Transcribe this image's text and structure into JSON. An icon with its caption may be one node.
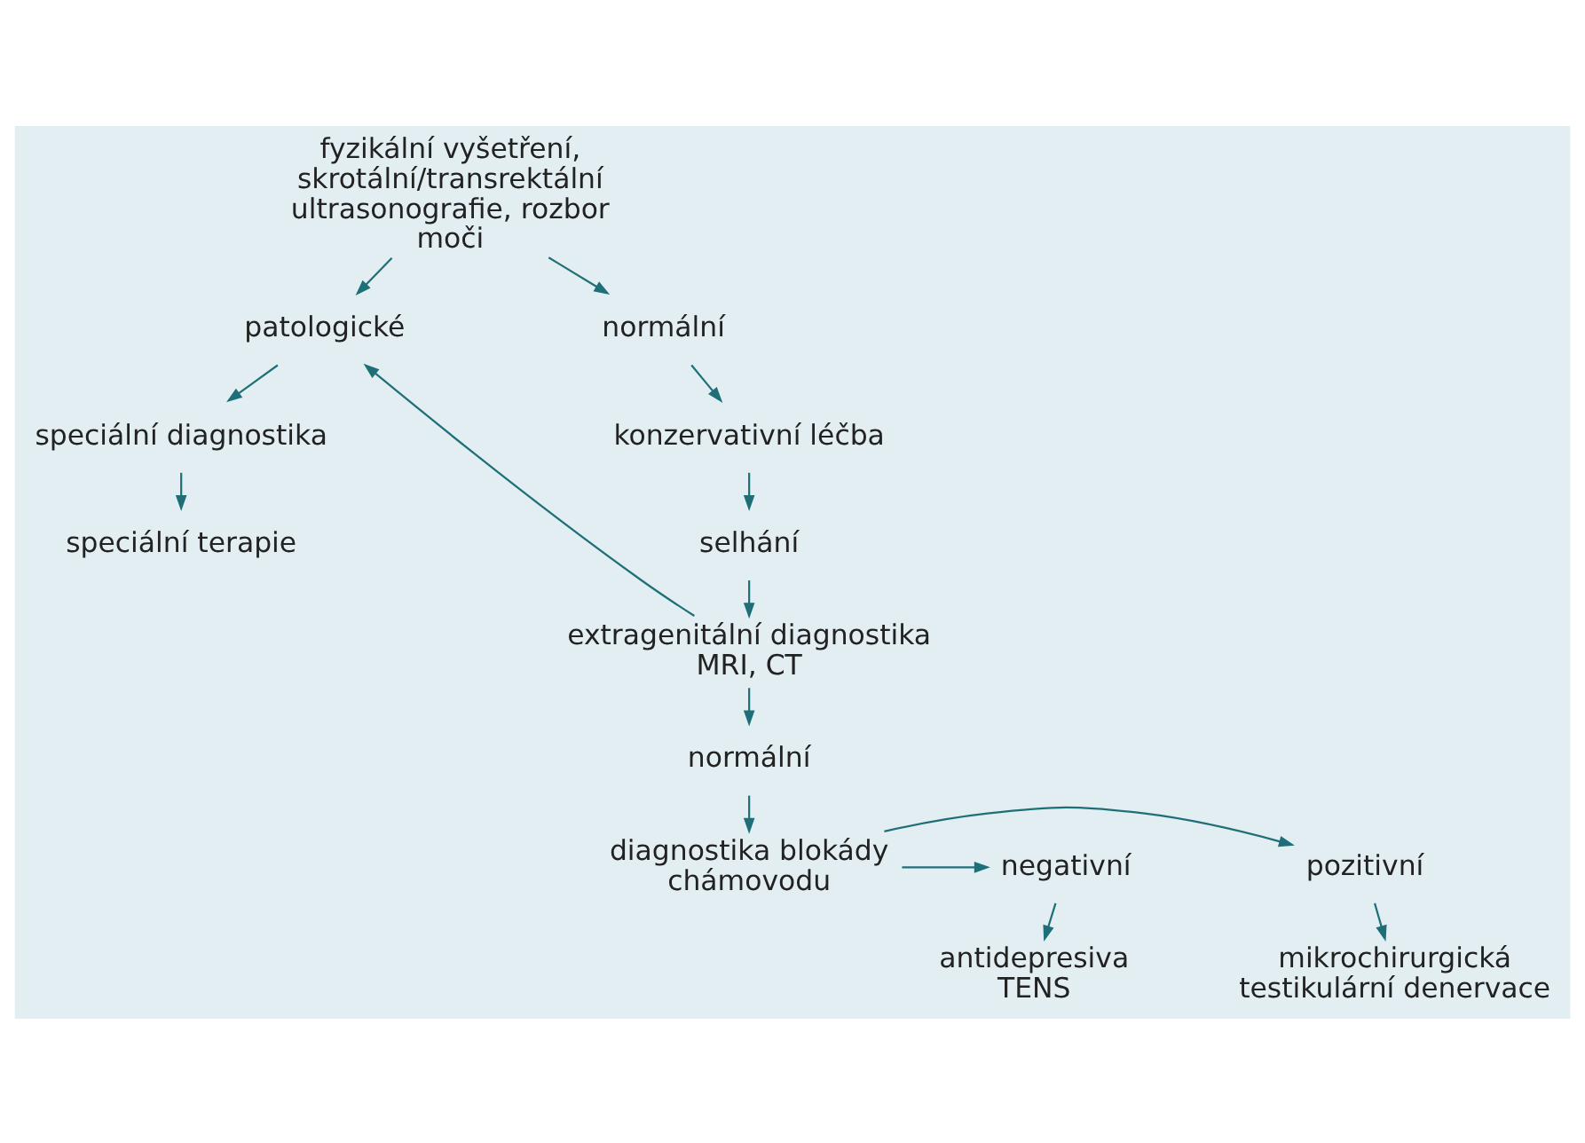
{
  "diagram": {
    "nodes": [
      {
        "text": [
          "fyzikální vyšetření, skrotální/transrektální ultrasonografie, rozbor moči"
        ]
      },
      {
        "text": [
          "patologické"
        ]
      },
      {
        "text": [
          "speciální diagnostika"
        ]
      },
      {
        "text": [
          "speciální terapie"
        ]
      },
      {
        "text": [
          "normální"
        ]
      },
      {
        "text": [
          "konzervativní léčba"
        ]
      },
      {
        "text": [
          "selhání"
        ]
      },
      {
        "text": [
          "extragenitální diagnostika MRI, CT"
        ]
      },
      {
        "text": [
          "normální"
        ]
      },
      {
        "text": [
          "diagnostika blokády chámovodu"
        ]
      },
      {
        "text": [
          "pozitivní"
        ]
      },
      {
        "text": [
          "mikrochirurgická testikulární denervace"
        ]
      },
      {
        "text": [
          "negativní"
        ]
      },
      {
        "text": [
          "antidepresiva TENS"
        ]
      }
    ],
    "edges": [
      {
        "from": 0,
        "to": 1,
        "arrow": "to"
      },
      {
        "from": 0,
        "to": 4,
        "arrow": "to"
      },
      {
        "from": 1,
        "to": 2,
        "arrow": "to"
      },
      {
        "from": 2,
        "to": 3,
        "arrow": "to"
      },
      {
        "from": 4,
        "to": 5,
        "arrow": "to"
      },
      {
        "from": 5,
        "to": 6,
        "arrow": "to"
      },
      {
        "from": 6,
        "to": 7,
        "arrow": "to"
      },
      {
        "from": 7,
        "to": 1,
        "arrow": "to"
      },
      {
        "from": 7,
        "to": 8,
        "arrow": "to"
      },
      {
        "from": 8,
        "to": 9,
        "arrow": "to"
      },
      {
        "from": 9,
        "to": 10,
        "arrow": "to"
      },
      {
        "from": 9,
        "to": 12,
        "arrow": "to"
      },
      {
        "from": 10,
        "to": 11,
        "arrow": "to"
      },
      {
        "from": 12,
        "to": 13,
        "arrow": "to"
      }
    ]
  }
}
